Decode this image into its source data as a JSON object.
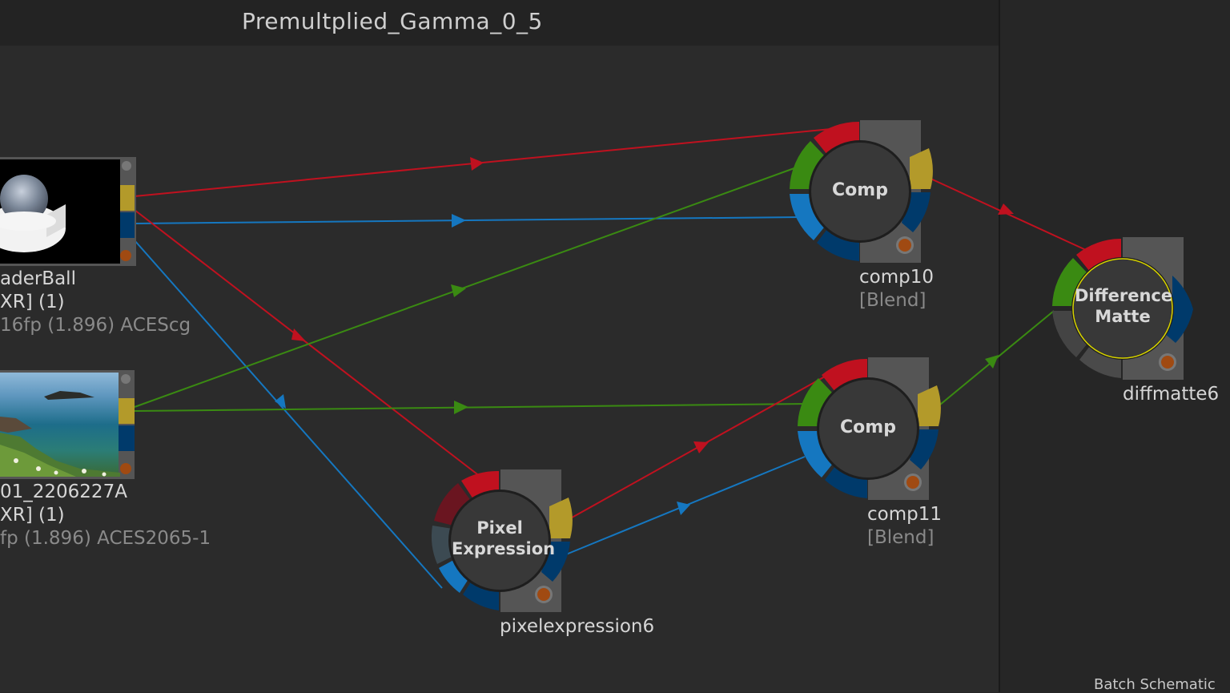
{
  "group": {
    "title": "Premultplied_Gamma_0_5"
  },
  "panel": {
    "footer": "Batch Schematic"
  },
  "clips": [
    {
      "name": "aderBall",
      "format": "XR] (1)",
      "meta": "16fp (1.896)  ACEScg"
    },
    {
      "name": "01_2206227A",
      "format": "XR] (1)",
      "meta": "fp (1.896)  ACES2065-1"
    }
  ],
  "nodes": {
    "comp10": {
      "title": "Comp",
      "name": "comp10",
      "mode": "[Blend]"
    },
    "comp11": {
      "title": "Comp",
      "name": "comp11",
      "mode": "[Blend]"
    },
    "pixelexpression6": {
      "title_line1": "Pixel",
      "title_line2": "Expression",
      "name": "pixelexpression6"
    },
    "diffmatte6": {
      "title_line1": "Difference",
      "title_line2": "Matte",
      "name": "diffmatte6"
    }
  },
  "colors": {
    "red": "#c0111f",
    "green": "#3a8a12",
    "blue": "#1577c0",
    "yellow": "#b39a2a",
    "navy": "#003a6b",
    "orange": "#a04a12"
  }
}
